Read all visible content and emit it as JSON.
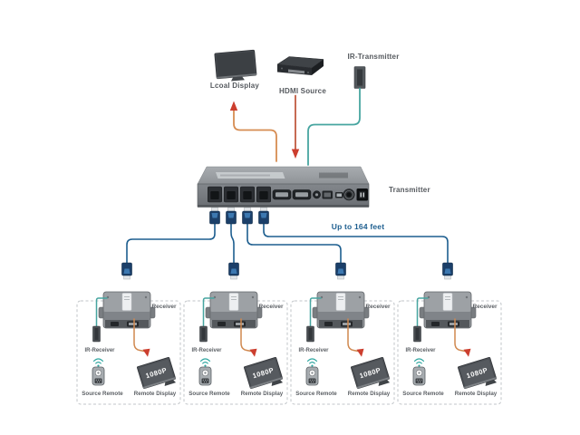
{
  "sources": {
    "local_display": {
      "label": "Lcoal Display"
    },
    "hdmi_source": {
      "label": "HDMI Source"
    },
    "ir_transmitter": {
      "label": "IR-Transmitter"
    }
  },
  "transmitter": {
    "label": "Transmitter",
    "rj45_out_ports": 4
  },
  "cable": {
    "note": "Up to 164 feet"
  },
  "receiver_group": {
    "count": 4,
    "receiver_label": "Receiver",
    "ir_receiver_label": "IR-Receiver",
    "source_remote_label": "Source Remote",
    "remote_display_label": "Remote Display",
    "tv_badge": "1080P"
  },
  "icons": {
    "local_display": "tv-icon",
    "hdmi_source": "media-box-icon",
    "ir_transmitter": "ir-emitter-icon",
    "cable_plug": "rj45-plug-icon",
    "receiver_unit": "extender-box-icon",
    "ir_receiver": "ir-receiver-icon",
    "source_remote": "remote-control-icon",
    "remote_waves": "wifi-waves-icon",
    "remote_display": "tv-icon"
  },
  "colors": {
    "cable_blue": "#1d5e8f",
    "ir_teal": "#47a5a0",
    "video_orange": "#d68c52",
    "arrow_red": "#cc3e2e",
    "device_gray": "#8f9397",
    "label_gray": "#55595e",
    "zone_border": "#c0c4c8"
  }
}
